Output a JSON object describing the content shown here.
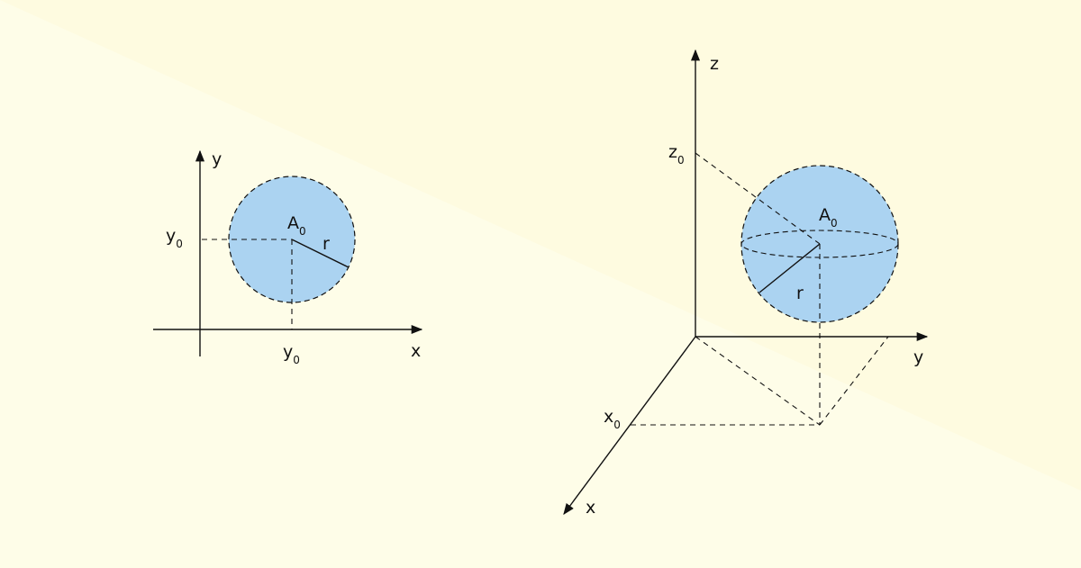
{
  "colors": {
    "background": "#fefde8",
    "background_band": "#fefbe0",
    "circle_fill": "#abd3f1",
    "line": "#111111"
  },
  "diagram_2d": {
    "axis_x_label": "x",
    "axis_y_label": "y",
    "y_tick_label": "y",
    "y_tick_sub": "0",
    "x_tick_label": "y",
    "x_tick_sub": "0",
    "center_label": "A",
    "center_sub": "0",
    "radius_label": "r"
  },
  "diagram_3d": {
    "axis_x_label": "x",
    "axis_y_label": "y",
    "axis_z_label": "z",
    "z_tick_label": "z",
    "z_tick_sub": "0",
    "x_tick_label": "x",
    "x_tick_sub": "0",
    "center_label": "A",
    "center_sub": "0",
    "radius_label": "r"
  }
}
